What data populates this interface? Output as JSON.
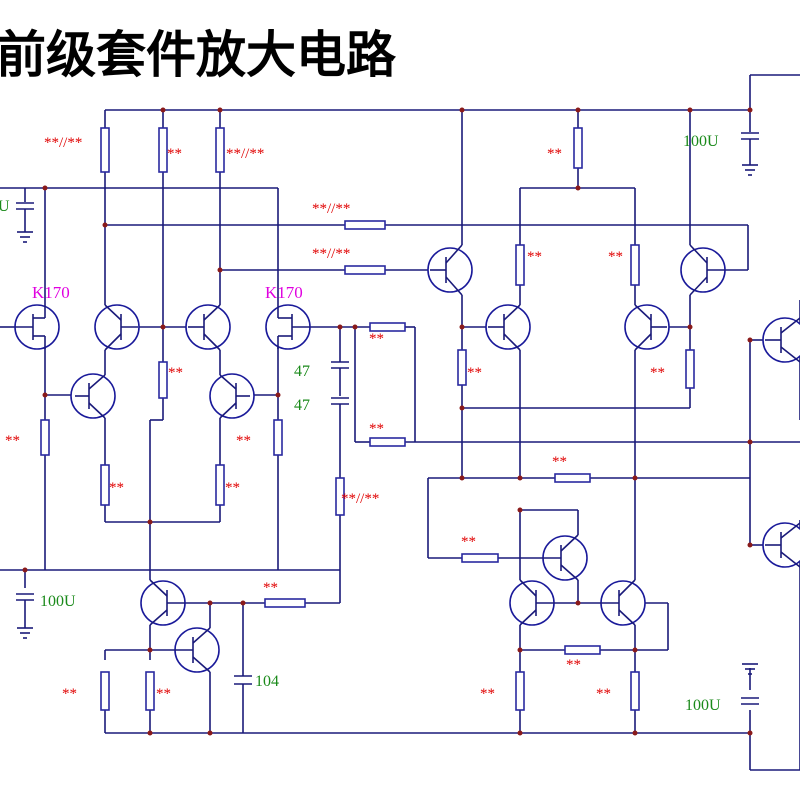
{
  "title": "前级套件放大电路",
  "colors": {
    "wire": "#1a1a7a",
    "component": "#2a2aa0",
    "label_value": "#e00000",
    "label_cap": "#1a8a1a",
    "label_part": "#e000e0",
    "junction": "#8a1a1a"
  },
  "labels": {
    "star_slash_1": "**//**",
    "star_1": "**",
    "star_slash_2": "**//**",
    "cap_u_left": "U",
    "cap_100u_tr": "100U",
    "star_2": "**",
    "star_slash_3": "**//**",
    "star_slash_4": "**//**",
    "star_3": "**",
    "star_4": "**",
    "k170_left": "K170",
    "k170_right": "K170",
    "star_5": "**",
    "cap_47_a": "47",
    "cap_47_b": "47",
    "star_6": "**",
    "star_7": "**",
    "star_8": "**",
    "star_9": "**",
    "star_10": "**",
    "star_11": "**",
    "star_12": "**",
    "star_13": "**",
    "star_14": "**",
    "star_slash_5": "**//**",
    "star_15": "**",
    "cap_100u_bl": "100U",
    "star_16": "**",
    "star_17": "**",
    "star_18": "**",
    "cap_104": "104",
    "star_19": "**",
    "star_20": "**",
    "star_21": "**",
    "cap_100u_br": "100U"
  }
}
